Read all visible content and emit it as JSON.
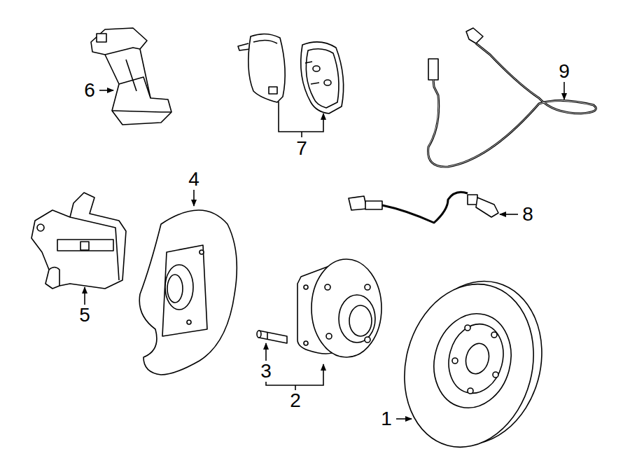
{
  "diagram": {
    "labels": [
      "6",
      "7",
      "9",
      "4",
      "8",
      "5",
      "3",
      "2",
      "1"
    ]
  }
}
